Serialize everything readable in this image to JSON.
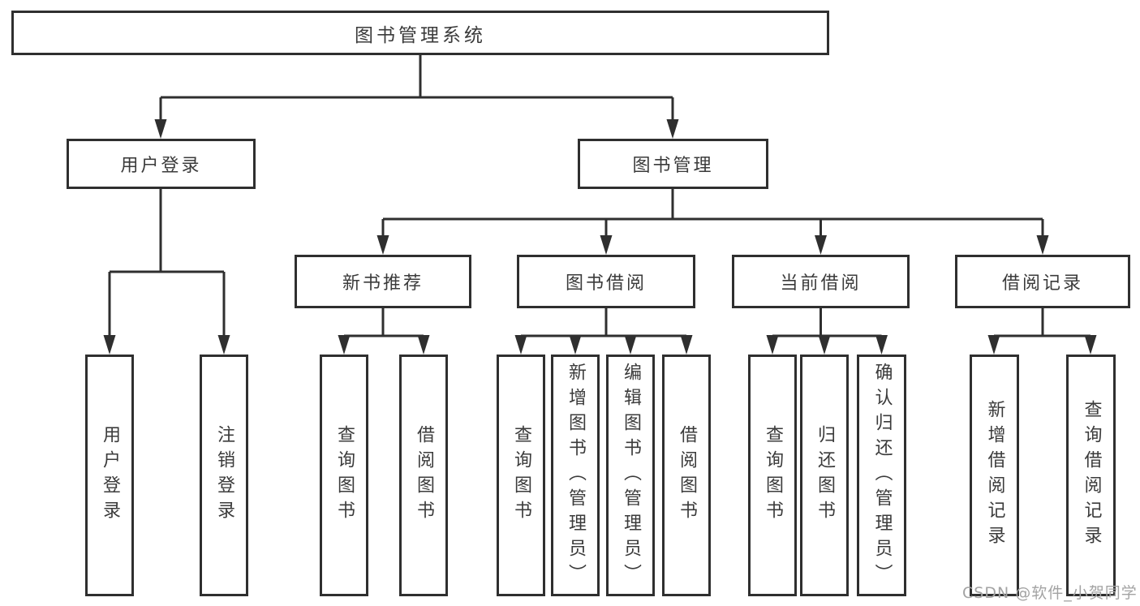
{
  "tree": {
    "root": {
      "label": "图书管理系统"
    },
    "children": [
      {
        "label": "用户登录",
        "children": [
          {
            "label": "用户登录"
          },
          {
            "label": "注销登录"
          }
        ]
      },
      {
        "label": "图书管理",
        "children": [
          {
            "label": "新书推荐",
            "children": [
              {
                "label": "查询图书"
              },
              {
                "label": "借阅图书"
              }
            ]
          },
          {
            "label": "图书借阅",
            "children": [
              {
                "label": "查询图书"
              },
              {
                "label": "新增图书（管理员）"
              },
              {
                "label": "编辑图书（管理员）"
              },
              {
                "label": "借阅图书"
              }
            ]
          },
          {
            "label": "当前借阅",
            "children": [
              {
                "label": "查询图书"
              },
              {
                "label": "归还图书"
              },
              {
                "label": "确认归还（管理员）"
              }
            ]
          },
          {
            "label": "借阅记录",
            "children": [
              {
                "label": "新增借阅记录"
              },
              {
                "label": "查询借阅记录"
              }
            ]
          }
        ]
      }
    ]
  },
  "watermark": {
    "text": "CSDN @软件_小贺同学"
  },
  "colors": {
    "line": "#2f2f2f",
    "text": "#3b3b3b",
    "watermark": "#a3a3a3",
    "background": "#ffffff"
  }
}
